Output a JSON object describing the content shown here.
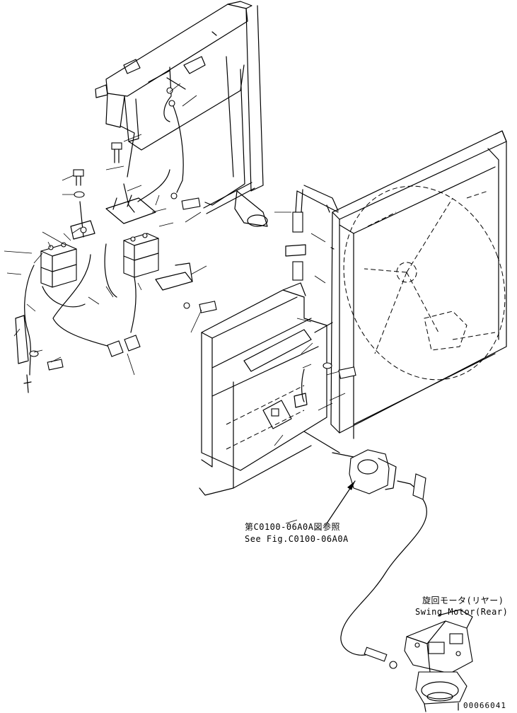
{
  "references": {
    "figure_ref_ja": "第C0100-06A0A図参照",
    "figure_ref_en": "See Fig.C0100-06A0A",
    "swing_motor_ja": "旋回モータ(リヤー)",
    "swing_motor_en": "Swing Motor(Rear)"
  },
  "drawing_number": "00066041"
}
